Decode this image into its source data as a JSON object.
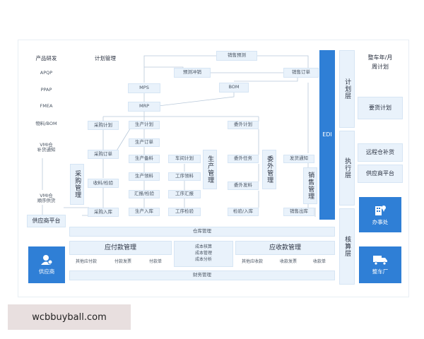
{
  "diagram": {
    "left_column": {
      "header": "产品研发",
      "items": [
        "APQP",
        "PPAP",
        "FMEA",
        "物料/BOM",
        "VMI仓\n补货通知",
        "VMI仓\n顺序供货"
      ],
      "platform": "供应商平台",
      "supplier": "供应商"
    },
    "plan_header": "计划管理",
    "top_flow": {
      "sales_forecast": "销售预测",
      "forecast_offset": "预测冲销",
      "sales_order": "销售订单",
      "mps": "MPS",
      "bom": "BOM",
      "mrp": "MRP"
    },
    "purchase": {
      "items": [
        "采购计划",
        "采购订单",
        "收料/检验",
        "采购入库"
      ],
      "label": "采购管理"
    },
    "production": {
      "col1": [
        "生产计划",
        "生产订单",
        "生产备料",
        "生产领料",
        "汇报/检验",
        "生产入库"
      ],
      "col2": [
        "车间计划",
        "工序领料",
        "工序汇报",
        "工序检验"
      ],
      "label": "生产管理"
    },
    "outsourcing": {
      "items": [
        "委外计划",
        "委外任务",
        "委外发料",
        "检验/入库"
      ],
      "label": "委外管理"
    },
    "sales": {
      "items": [
        "发货通知",
        "销售出库"
      ],
      "label": "销售管理"
    },
    "edi": "EDI",
    "layers": [
      "计划层",
      "执行层",
      "核算层"
    ],
    "warehouse": "仓库管理",
    "payables": {
      "title": "应付款管理",
      "items": [
        "其他应付款",
        "付款发票",
        "付款单"
      ]
    },
    "cost": [
      "成本核算",
      "成本管理",
      "成本分析"
    ],
    "receivables": {
      "title": "应收款管理",
      "items": [
        "其他应收款",
        "收款发票",
        "收款单"
      ]
    },
    "finance": "财务管理",
    "oem": {
      "header": "整车年/月\n周计划",
      "demand": "要货计划",
      "replenish": "远程仓补货",
      "platform": "供应商平台",
      "office": "办事处",
      "factory": "整车厂"
    }
  },
  "watermark": "wcbbuyball.com",
  "colors": {
    "accent": "#2f7fd6",
    "box": "#e9f2fb",
    "line": "#b9c9da"
  },
  "icons": [
    "supplier-person-icon",
    "office-building-icon",
    "truck-icon"
  ]
}
